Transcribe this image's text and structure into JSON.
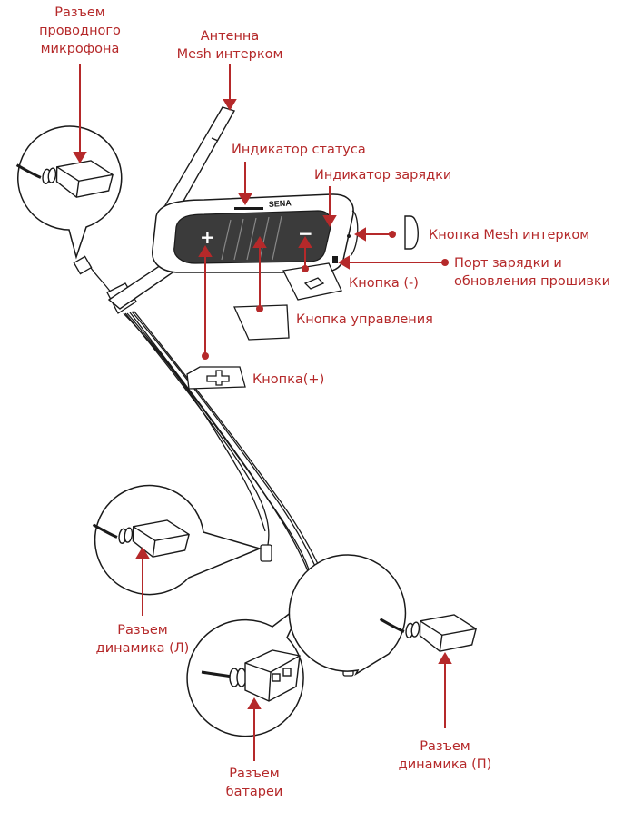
{
  "colors": {
    "accent": "#b5292a",
    "line": "#1a1a1a",
    "device": "#3b3b3b"
  },
  "device": {
    "brand": "SENA",
    "plus_symbol": "+",
    "minus_symbol": "−"
  },
  "labels": {
    "wired_mic_connector": "Разъем\nпроводного\nмикрофона",
    "mesh_antenna": "Антенна\nMesh интерком",
    "status_indicator": "Индикатор статуса",
    "charging_indicator": "Индикатор зарядки",
    "mesh_button": "Кнопка Mesh интерком",
    "charging_port": "Порт зарядки и\nобновления прошивки",
    "minus_button": "Кнопка (-)",
    "control_button": "Кнопка управления",
    "plus_button": "Кнопка(+)",
    "left_speaker_connector": "Разъем\nдинамика (Л)",
    "battery_connector": "Разъем\nбатареи",
    "right_speaker_connector": "Разъем\nдинамика (П)"
  }
}
